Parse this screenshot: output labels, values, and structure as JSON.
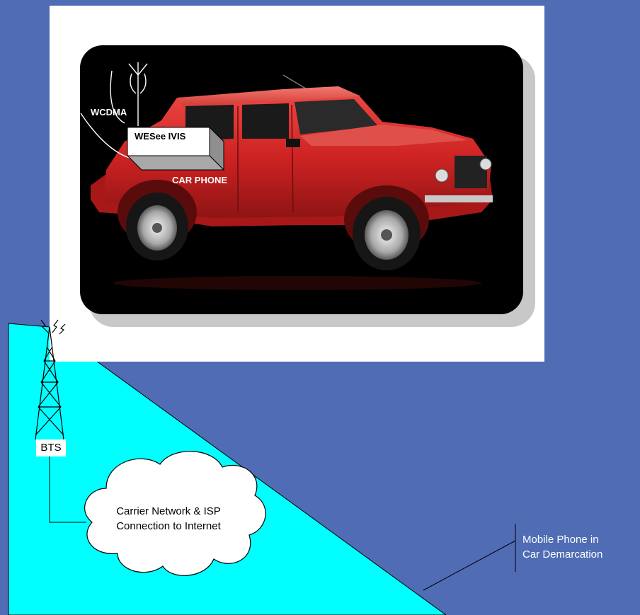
{
  "car_panel": {
    "wcdma_label": "WCDMA",
    "device_label": "WESee IVIS",
    "car_phone_label": "CAR PHONE"
  },
  "network": {
    "bts_label": "BTS",
    "cloud_label_line1": "Carrier Network & ISP",
    "cloud_label_line2": "Connection to Internet"
  },
  "demarcation": {
    "line1": "Mobile Phone in",
    "line2": "Car Demarcation"
  },
  "colors": {
    "background": "#4f6cb4",
    "cyan_region": "#00ffff",
    "car_body": "#d62a2a",
    "photo_backdrop": "#000000"
  }
}
